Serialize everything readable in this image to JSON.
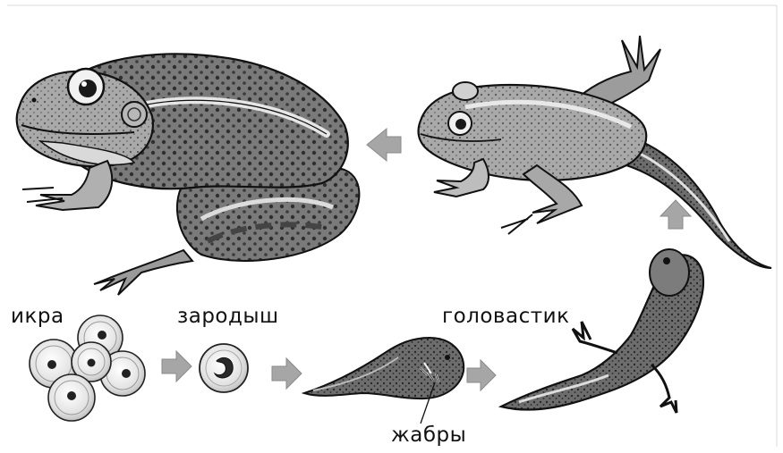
{
  "labels": {
    "eggs": "икра",
    "embryo": "зародыш",
    "tadpole": "головастик",
    "gills": "жабры"
  },
  "colors": {
    "ink": "#111111",
    "dark_skin": "#555555",
    "mid_skin": "#8f8f8f",
    "light_skin": "#cfcfcf",
    "arrow": "#a6a6a6",
    "background": "#ffffff"
  }
}
